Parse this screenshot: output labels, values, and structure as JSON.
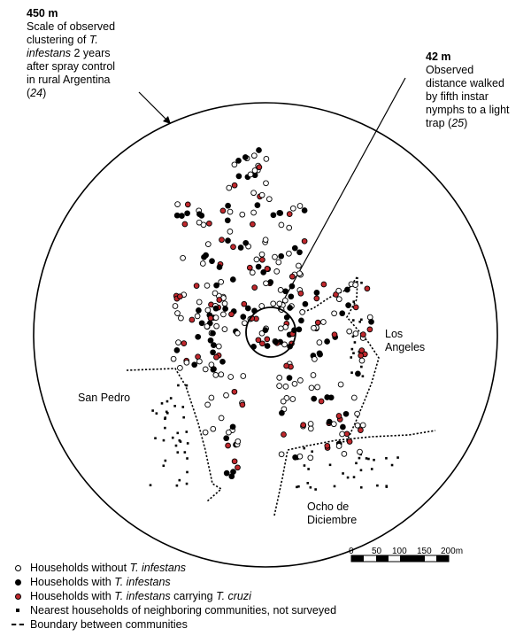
{
  "annotations": {
    "outer_circle": {
      "distance": "450 m",
      "caption_parts": [
        {
          "t": "Scale of observed",
          "i": false,
          "br": true
        },
        {
          "t": "clustering of ",
          "i": false
        },
        {
          "t": "T.",
          "i": true,
          "br": true
        },
        {
          "t": "infestans",
          "i": true
        },
        {
          "t": " 2 years",
          "i": false,
          "br": true
        },
        {
          "t": "after spray control",
          "i": false,
          "br": true
        },
        {
          "t": "in rural Argentina",
          "i": false,
          "br": true
        },
        {
          "t": "(",
          "i": false
        },
        {
          "t": "24",
          "i": true
        },
        {
          "t": ")",
          "i": false
        }
      ]
    },
    "inner_circle": {
      "distance": "42 m",
      "caption_parts": [
        {
          "t": "Observed",
          "i": false,
          "br": true
        },
        {
          "t": "distance walked",
          "i": false,
          "br": true
        },
        {
          "t": "by fifth instar",
          "i": false,
          "br": true
        },
        {
          "t": "nymphs to a light",
          "i": false,
          "br": true
        },
        {
          "t": "trap (",
          "i": false
        },
        {
          "t": "25",
          "i": true
        },
        {
          "t": ")",
          "i": false
        }
      ]
    }
  },
  "communities": {
    "los_angeles": {
      "line1": "Los",
      "line2": "Angeles"
    },
    "san_pedro": "San Pedro",
    "ocho_de_diciembre": {
      "line1": "Ocho de",
      "line2": "Diciembre"
    }
  },
  "scale_bar": {
    "ticks": [
      "0",
      "50",
      "100",
      "150",
      "200"
    ],
    "unit": "m"
  },
  "legend": [
    {
      "symbol": "open-circle",
      "parts": [
        {
          "t": "Households without ",
          "i": false
        },
        {
          "t": "T. infestans",
          "i": true
        }
      ]
    },
    {
      "symbol": "black-circle",
      "parts": [
        {
          "t": "Households with ",
          "i": false
        },
        {
          "t": "T. infestans",
          "i": true
        }
      ]
    },
    {
      "symbol": "red-circle",
      "parts": [
        {
          "t": "Households with ",
          "i": false
        },
        {
          "t": "T. infestans",
          "i": true
        },
        {
          "t": " carrying ",
          "i": false
        },
        {
          "t": "T. cruzi",
          "i": true
        }
      ]
    },
    {
      "symbol": "small-square",
      "parts": [
        {
          "t": "Nearest households of neighboring communities, not surveyed",
          "i": false
        }
      ]
    },
    {
      "symbol": "dashed-line",
      "parts": [
        {
          "t": "Boundary between communities",
          "i": false
        }
      ]
    }
  ],
  "colors": {
    "infested_carrying": "#c0282d",
    "infested": "#000000",
    "uninfested": "#ffffff"
  }
}
